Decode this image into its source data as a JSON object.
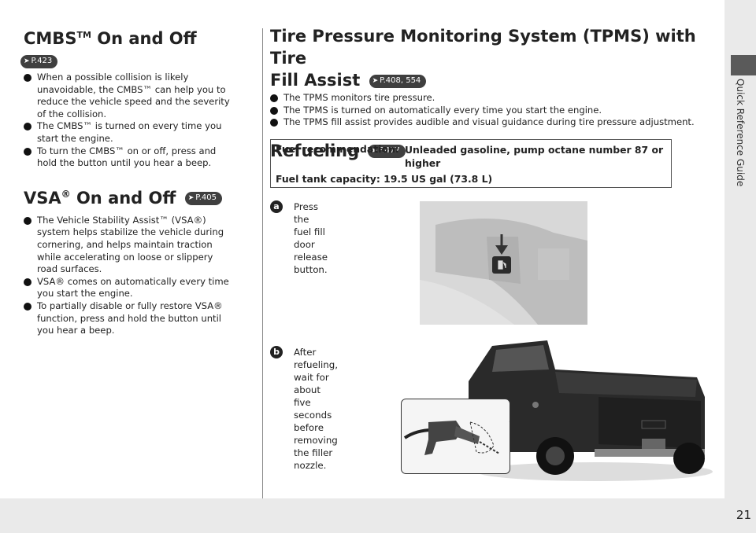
{
  "cmbs": {
    "heading": "CMBS",
    "heading_tm": "TM",
    "heading_rest": " On and Off",
    "ref": "P.423",
    "bullets": [
      [
        "When a possible collision is likely",
        "unavoidable, the CMBS™ can help you to",
        "reduce the vehicle speed and the severity",
        "of the collision."
      ],
      [
        "The CMBS™ is turned on every time you",
        "start the engine."
      ],
      [
        "To turn the CMBS™ on or off, press and",
        "hold the button until you hear a beep."
      ]
    ]
  },
  "vsa": {
    "heading": "VSA",
    "heading_reg": "®",
    "heading_rest": " On and Off",
    "ref": "P.405",
    "bullets": [
      [
        "The Vehicle Stability Assist™ (VSA®)",
        "system helps stabilize the vehicle during",
        "cornering, and helps maintain traction",
        "while accelerating on loose or slippery",
        "road surfaces."
      ],
      [
        "VSA® comes on automatically every time",
        "you start the engine."
      ],
      [
        "To partially disable or fully restore VSA®",
        "function, press and hold the button until",
        "you hear a beep."
      ]
    ]
  },
  "tpms": {
    "heading_line1": "Tire Pressure Monitoring System (TPMS) with Tire",
    "heading_line2": "Fill Assist",
    "ref": "P.408, 554",
    "bullets": [
      [
        "The TPMS monitors tire pressure."
      ],
      [
        "The TPMS is turned on automatically every time you start the engine."
      ],
      [
        "The TPMS fill assist provides audible and visual guidance during tire pressure adjustment."
      ]
    ]
  },
  "refueling": {
    "heading": "Refueling",
    "ref": "P.477",
    "fuel_rec_label": "Fuel recommendation:",
    "fuel_rec_value_line1": "Unleaded gasoline, pump octane number 87 or",
    "fuel_rec_value_line2": "higher",
    "tank_capacity": "Fuel tank capacity: 19.5 US gal (73.8 L)",
    "steps": [
      {
        "marker": "a",
        "lines": [
          "Press the fuel fill",
          "door release button."
        ]
      },
      {
        "marker": "b",
        "lines": [
          "After refueling,",
          "wait for about five",
          "seconds before",
          "removing the filler",
          "nozzle."
        ]
      }
    ]
  },
  "sidebar": {
    "label": "Quick Reference Guide"
  },
  "page_number": "21",
  "colors": {
    "badge": "#3f3f3f",
    "band": "#eaeaea",
    "tab": "#5a5a5a"
  },
  "icons": {
    "ref_arrow": "arrow-right-icon",
    "bullet": "bullet-icon"
  }
}
